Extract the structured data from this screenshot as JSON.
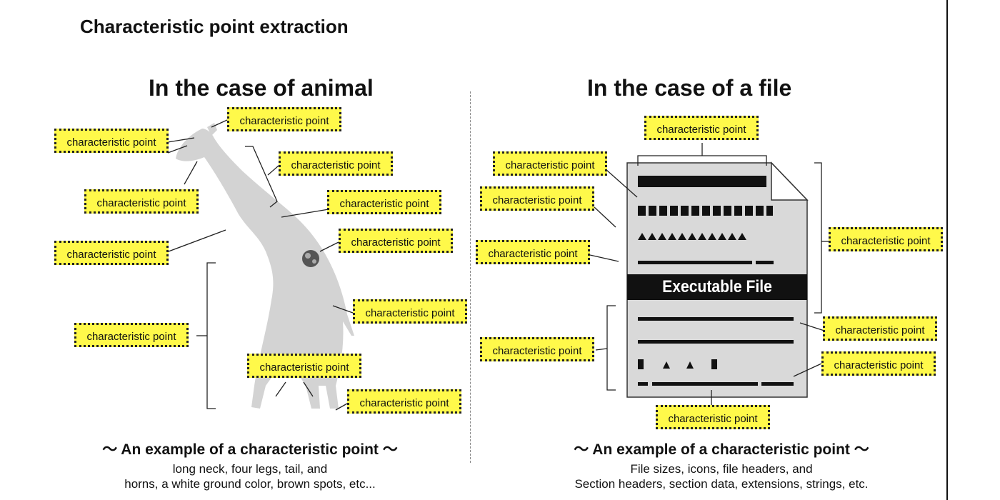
{
  "title": "Characteristic point extraction",
  "animal": {
    "heading": "In the case of animal",
    "subtitle": "～ An example of a characteristic point ～",
    "desc_line1": "long neck, four legs, tail, and",
    "desc_line2": "horns, a white ground color, brown spots, etc..."
  },
  "file": {
    "heading": "In the case of a file",
    "document_label": "Executable File",
    "subtitle": "～ An example of a characteristic point ～",
    "desc_line1": "File sizes, icons, file headers, and",
    "desc_line2": "Section headers, section data, extensions, strings, etc."
  },
  "point_label": "characteristic point",
  "colors": {
    "label_fill": "#fff94a",
    "giraffe": "#d3d3d3",
    "document": "#d9d9d9"
  }
}
